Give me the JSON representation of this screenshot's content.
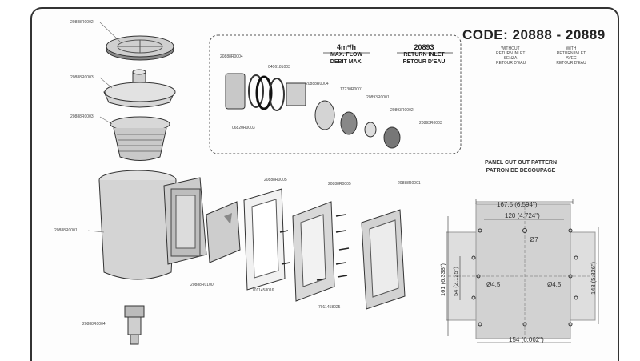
{
  "code_title": "CODE: 20888 - 20889",
  "col_without": [
    "WITHOUT",
    "RETURN INLET",
    "SENZA",
    "RETOUR D'EAU"
  ],
  "col_with": [
    "WITH",
    "RETURN INLET",
    "AVEC",
    "RETOUR D'EAU"
  ],
  "flow": {
    "value": "4m³/h",
    "label1": "MAX. FLOW",
    "label2": "DEBIT MAX."
  },
  "return": {
    "code": "20893",
    "label1": "RETURN INLET",
    "label2": "RETOUR D'EAU"
  },
  "cutout_title": [
    "PANEL CUT OUT PATTERN",
    "PATRON DE DECOUPAGE"
  ],
  "dims": {
    "top": "167,5 (6.594\")",
    "inner": "120 (4.724\")",
    "hole_top": "Ø7",
    "hole_left": "Ø4,5",
    "hole_right": "Ø4,5",
    "left_outer": "161 (6.338\")",
    "left_inner": "54 (2.125\")",
    "right": "148 (5.826\")",
    "bottom": "154 (6.062\")"
  },
  "parts": {
    "lid": "20888R0002",
    "basket": "20888R0003",
    "collar": "20888R0003",
    "body": "20888R0001",
    "valve": "20888R0004",
    "flap": "20888R0100",
    "gasket": "20888R0005",
    "plate": "20888R0005",
    "faceplate": "20888R0001",
    "screws1": "7011458016",
    "screws2": "7011458025",
    "inlet_nut": "20888R0004",
    "inlet_a": "0406181003",
    "inlet_b": "20888R0004",
    "inlet_c": "17230R0001",
    "inlet_d": "20893R0001",
    "inlet_e": "20893R0002",
    "inlet_f": "20893R0003",
    "inlet_g": "06820R0003"
  },
  "colors": {
    "part_fill": "#d9d9d9",
    "line": "#333333",
    "dash": "#555555"
  }
}
